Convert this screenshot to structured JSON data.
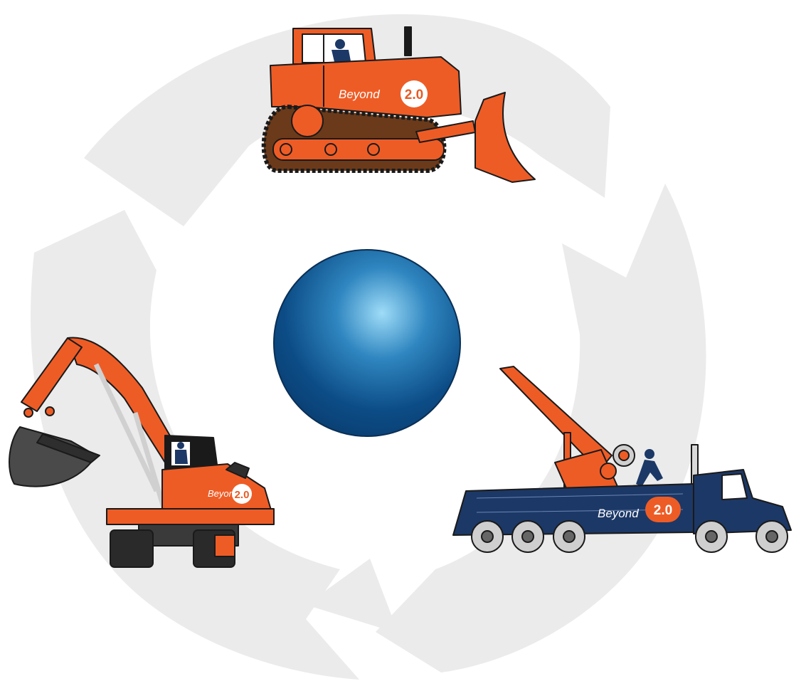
{
  "diagram": {
    "colors": {
      "ring": "#ebebeb",
      "machine_orange": "#ee5c26",
      "truck_navy": "#1c3866",
      "sphere_dark": "#0a4478",
      "sphere_light": "#8fd6f7",
      "track_brown": "#6b3a1a",
      "outline": "#1a1a1a"
    },
    "center": {
      "icon": "blue-sphere"
    },
    "machines": [
      {
        "name": "bulldozer",
        "icon": "bulldozer-icon",
        "logo_word": "Beyond",
        "logo_number": "2.0"
      },
      {
        "name": "tow-truck",
        "icon": "tow-truck-icon",
        "logo_word": "Beyond",
        "logo_number": "2.0"
      },
      {
        "name": "excavator",
        "icon": "excavator-icon",
        "logo_word": "Beyond",
        "logo_number": "2.0"
      }
    ]
  }
}
